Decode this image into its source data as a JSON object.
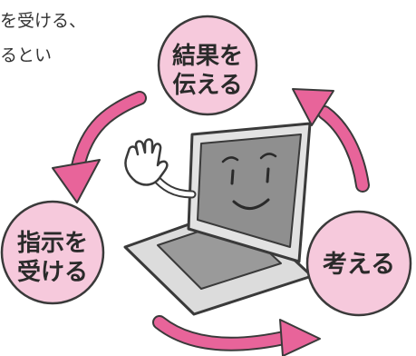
{
  "caption": {
    "line1": "を受ける、",
    "line2": "るとい"
  },
  "cycle": {
    "nodes": [
      {
        "id": "convey",
        "label_line1": "結果を",
        "label_line2": "伝える"
      },
      {
        "id": "think",
        "label_line1": "考える",
        "label_line2": ""
      },
      {
        "id": "receive",
        "label_line1": "指示を",
        "label_line2": "受ける"
      }
    ]
  },
  "colors": {
    "node_fill": "#f6c9dc",
    "arrow_fill": "#e8649a",
    "screen": "#8f8f8f",
    "laptop_body": "#e0e0e0",
    "outline": "#3a3a3a"
  }
}
